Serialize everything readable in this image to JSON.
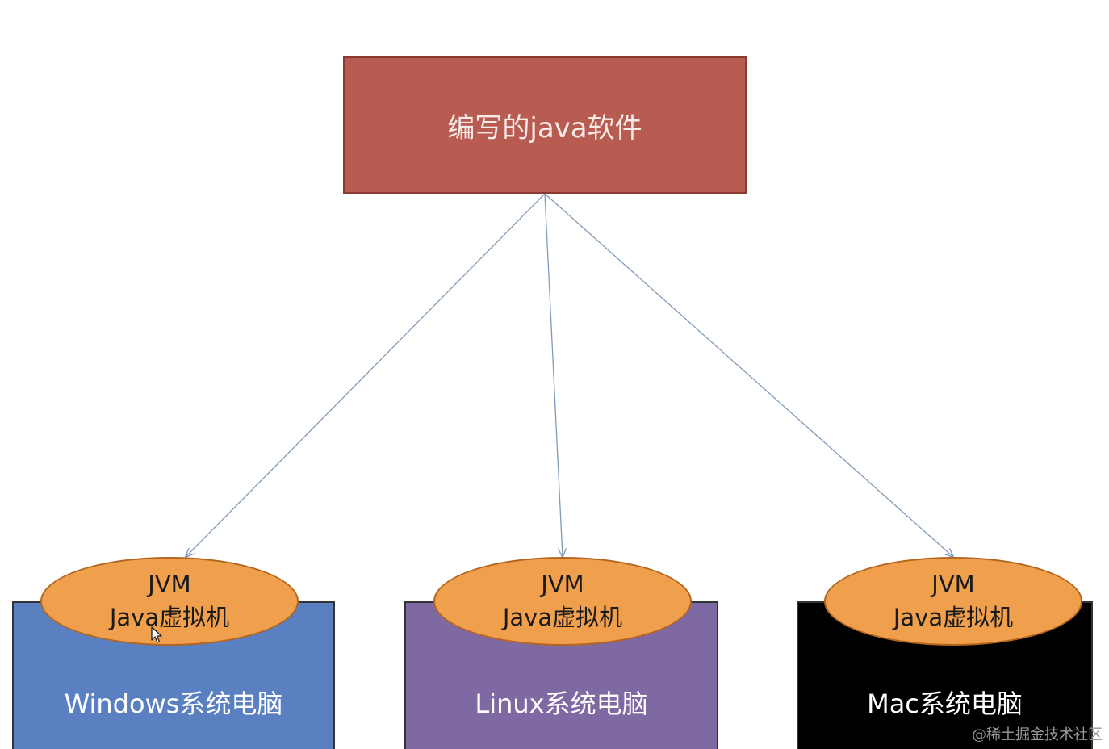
{
  "top_box": {
    "label": "编写的java软件",
    "color": "#b85c52"
  },
  "jvm_title": "JVM",
  "jvm_subtitle": "Java虚拟机",
  "platforms": [
    {
      "label": "Windows系统电脑",
      "color": "#5a80c2"
    },
    {
      "label": "Linux系统电脑",
      "color": "#7f69a3"
    },
    {
      "label": "Mac系统电脑",
      "color": "#000000"
    }
  ],
  "jvm_color": "#f0a04c",
  "connector_color": "#7f9ab8",
  "watermark": "@稀土掘金技术社区"
}
